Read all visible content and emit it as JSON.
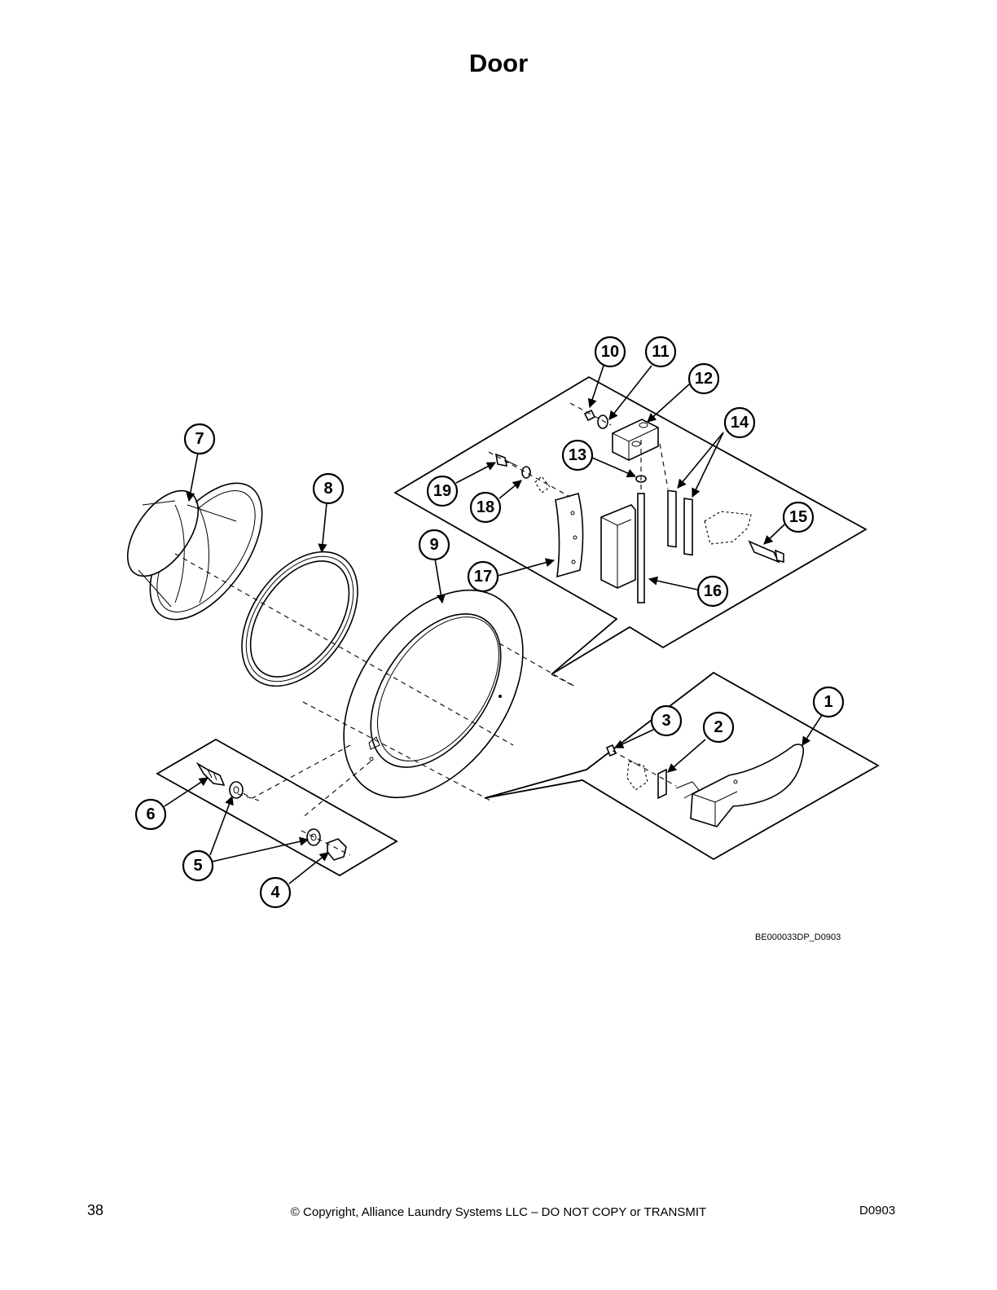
{
  "page": {
    "title": "Door",
    "drawing_id": "BE000033DP_D0903",
    "page_number": "38",
    "copyright": "© Copyright, Alliance Laundry Systems LLC – DO NOT COPY or TRANSMIT",
    "doc_code": "D0903"
  },
  "callouts": {
    "c1": "1",
    "c2": "2",
    "c3": "3",
    "c4": "4",
    "c5": "5",
    "c6": "6",
    "c7": "7",
    "c8": "8",
    "c9": "9",
    "c10": "10",
    "c11": "11",
    "c12": "12",
    "c13": "13",
    "c14": "14",
    "c15": "15",
    "c16": "16",
    "c17": "17",
    "c18": "18",
    "c19": "19"
  }
}
